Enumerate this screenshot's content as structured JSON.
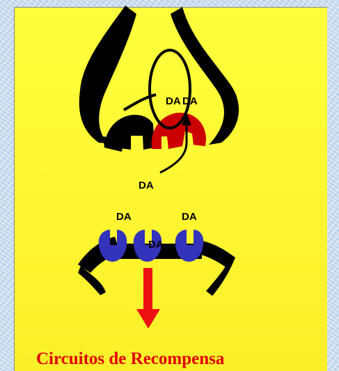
{
  "labels": {
    "da_vesicle_left": "DA",
    "da_vesicle_right": "DA",
    "da_released": "DA",
    "da_left": "DA",
    "da_right": "DA",
    "da_receptor": "DA"
  },
  "caption": "Circuitos de Recompensa",
  "colors": {
    "panel": "#ffff3c",
    "transporter": "#cc0000",
    "receptor": "#3333bb",
    "arrow": "#ee1111",
    "caption": "#e00000"
  }
}
